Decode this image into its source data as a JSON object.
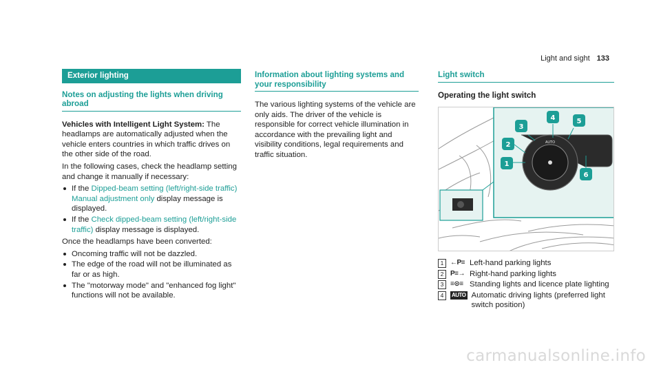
{
  "header": {
    "section": "Light and sight",
    "page": "133"
  },
  "col1": {
    "banner": "Exterior lighting",
    "subheading": "Notes on adjusting the lights when driving abroad",
    "vehicles_bold": "Vehicles with Intelligent Light System:",
    "vehicles_text": " The headlamps are automatically adjusted when the vehicle enters countries in which traffic drives on the other side of the road.",
    "following_text": "In the following cases, check the headlamp setting and change it manually if necessary:",
    "bullets_a": [
      {
        "pre": "If the ",
        "link": "Dipped-beam setting (left/right-side traffic) Manual adjustment only",
        "post": " display message is displayed."
      },
      {
        "pre": "If the ",
        "link": "Check dipped-beam setting (left/right-side traffic)",
        "post": " display message is displayed."
      }
    ],
    "converted_text": "Once the headlamps have been converted:",
    "bullets_b": [
      "Oncoming traffic will not be dazzled.",
      "The edge of the road will not be illuminated as far or as high.",
      "The \"motorway mode\" and \"enhanced fog light\" functions will not be available."
    ]
  },
  "col2": {
    "subheading": "Information about lighting systems and your responsibility",
    "body": "The various lighting systems of the vehicle are only aids. The driver of the vehicle is responsible for correct vehicle illumination in accordance with the prevailing light and visibility conditions, legal requirements and traffic situation."
  },
  "col3": {
    "subheading": "Light switch",
    "heading": "Operating the light switch",
    "figure": {
      "callouts": [
        "1",
        "2",
        "3",
        "4",
        "5",
        "6"
      ],
      "auto_label": "AUTO",
      "accent": "#1c9e96"
    },
    "legend": [
      {
        "num": "1",
        "symbol": "←P≡",
        "text": "Left-hand parking lights"
      },
      {
        "num": "2",
        "symbol": "P≡→",
        "text": "Right-hand parking lights"
      },
      {
        "num": "3",
        "symbol": "≡⊙≡",
        "text": "Standing lights and licence plate lighting"
      },
      {
        "num": "4",
        "symbol": "AUTO",
        "text": "Automatic driving lights (preferred light switch position)"
      }
    ]
  },
  "watermark": "carmanualsonline.info"
}
